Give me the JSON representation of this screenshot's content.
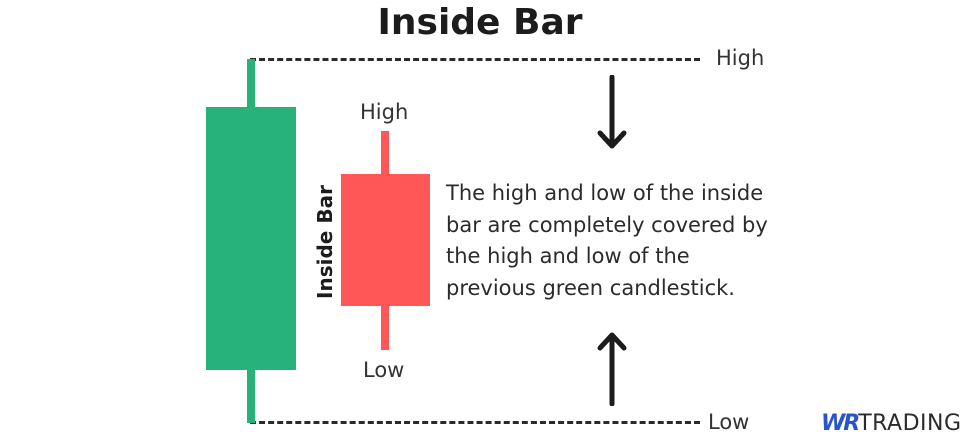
{
  "title": "Inside Bar",
  "colors": {
    "bullish_candle": "#27b27a",
    "inside_bar_candle": "#ff5757",
    "text": "#2b2b2b",
    "dashed_line": "#2a2a2a",
    "logo_accent": "#2a55c8"
  },
  "previous_candle": {
    "color": "green",
    "range_labels": {
      "high": "High",
      "low": "Low"
    }
  },
  "inside_bar": {
    "side_label": "Inside Bar",
    "high_label": "High",
    "low_label": "Low"
  },
  "arrows": [
    {
      "icon": "arrow-down-icon",
      "direction": "down"
    },
    {
      "icon": "arrow-up-icon",
      "direction": "up"
    }
  ],
  "description": "The high and low of the inside bar are completely covered by the high and low of the previous green candlestick.",
  "description_lines": [
    "The high and low of the inside",
    "bar are completely covered by",
    "the high and low of the",
    "previous green candlestick."
  ],
  "logo": {
    "mark": "WR",
    "text": "TRADING"
  }
}
